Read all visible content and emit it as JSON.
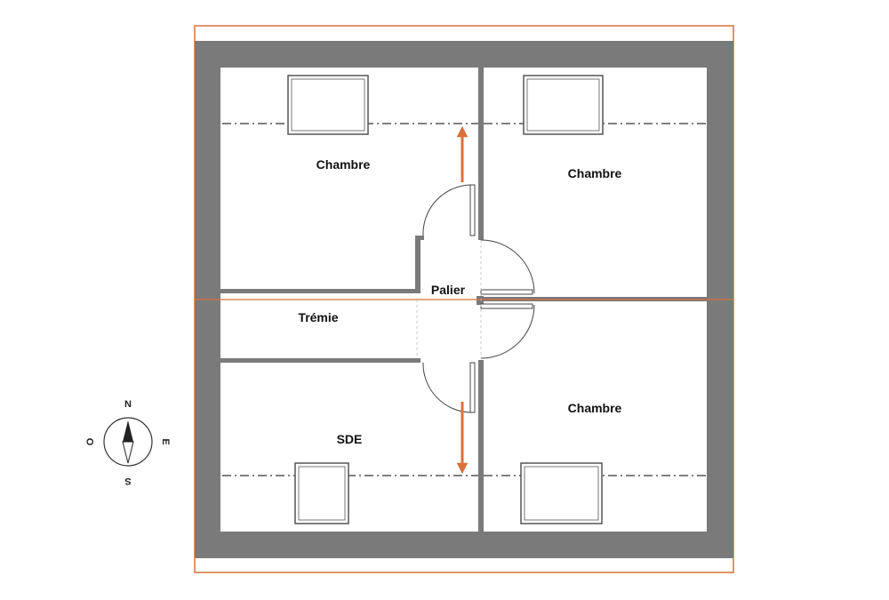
{
  "rooms": {
    "chambre_nw": "Chambre",
    "chambre_ne": "Chambre",
    "chambre_se": "Chambre",
    "tremie": "Trémie",
    "palier": "Palier",
    "sde": "SDE"
  },
  "compass": {
    "north": "N",
    "south": "S",
    "east": "E",
    "west": "O"
  },
  "colors": {
    "wall": "#7a7a7a",
    "accent": "#d9703c",
    "floor": "#ffffff",
    "dashed_line": "#333333"
  }
}
